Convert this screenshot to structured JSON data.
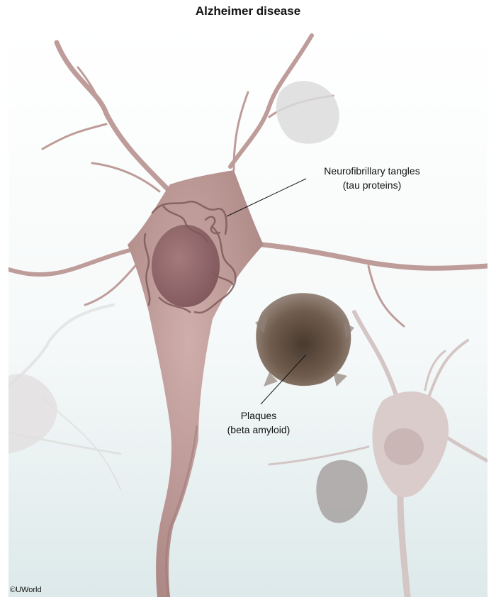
{
  "title": "Alzheimer disease",
  "labels": {
    "tangles_line1": "Neurofibrillary tangles",
    "tangles_line2": "(tau proteins)",
    "plaques_line1": "Plaques",
    "plaques_line2": "(beta amyloid)"
  },
  "copyright": "©UWorld",
  "colors": {
    "neuron": "#c3a09d",
    "neuron_dark": "#9d7673",
    "nucleus": "#8e6366",
    "plaque": "#5e4a3b",
    "background": "#eef4f4"
  }
}
